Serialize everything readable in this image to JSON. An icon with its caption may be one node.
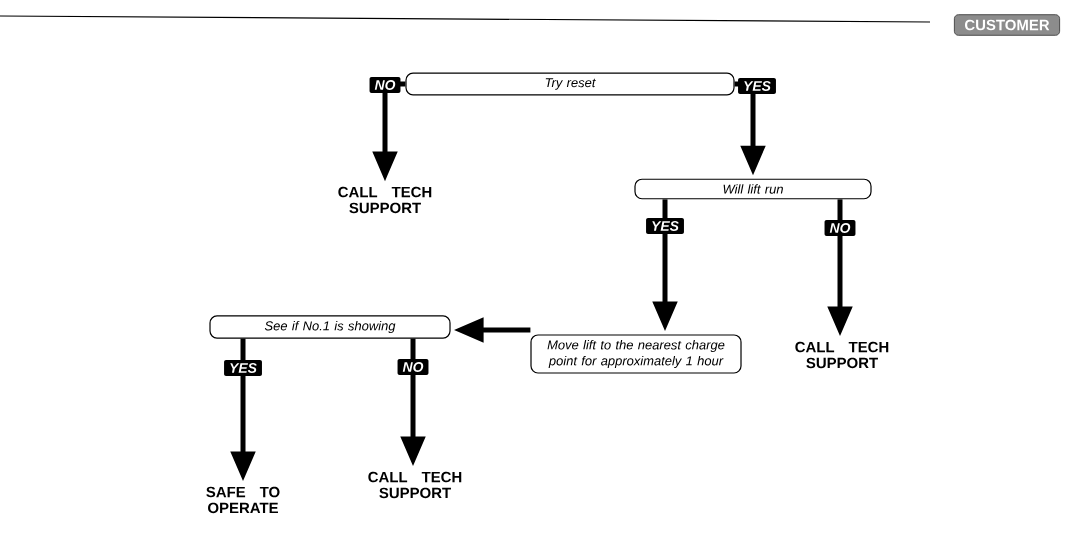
{
  "diagram": {
    "nodes": [
      {
        "text": [
          "CUSTOMER"
        ]
      },
      {
        "text": [
          "Try reset"
        ]
      },
      {
        "text": [
          "CALL TECH SUPPORT"
        ]
      },
      {
        "text": [
          "Will lift run"
        ]
      },
      {
        "text": [
          "Move lift to the nearest charge point for approximately 1 hour"
        ]
      },
      {
        "text": [
          "CALL TECH SUPPORT"
        ]
      },
      {
        "text": [
          "See if No.1 is showing"
        ]
      },
      {
        "text": [
          "SAFE TO OPERATE"
        ]
      },
      {
        "text": [
          "CALL TECH SUPPORT"
        ]
      }
    ],
    "edges": [
      {
        "from": 1,
        "to": 2,
        "arrow": "to",
        "label": "NO"
      },
      {
        "from": 1,
        "to": 3,
        "arrow": "to",
        "label": "YES"
      },
      {
        "from": 3,
        "to": 4,
        "arrow": "to",
        "label": "YES"
      },
      {
        "from": 3,
        "to": 5,
        "arrow": "to",
        "label": "NO"
      },
      {
        "from": 4,
        "to": 6,
        "arrow": "to"
      },
      {
        "from": 6,
        "to": 7,
        "arrow": "to",
        "label": "YES"
      },
      {
        "from": 6,
        "to": 8,
        "arrow": "to",
        "label": "NO"
      }
    ]
  }
}
